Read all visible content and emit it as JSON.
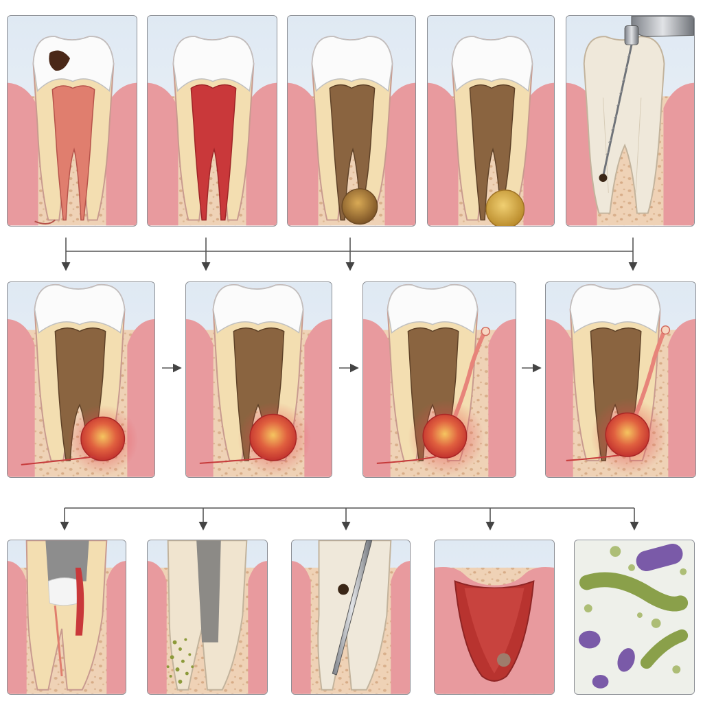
{
  "diagram": {
    "rows": [
      {
        "row": 1,
        "panels": [
          {
            "id": "r1p1",
            "icon": "tooth-crown-caries-icon"
          },
          {
            "id": "r1p2",
            "icon": "tooth-pulpitis-icon"
          },
          {
            "id": "r1p3",
            "icon": "tooth-necrotic-pulp-abscess-icon"
          },
          {
            "id": "r1p4",
            "icon": "tooth-necrotic-pulp-cyst-icon"
          },
          {
            "id": "r1p5",
            "icon": "tooth-endodontic-file-icon"
          }
        ]
      },
      {
        "row": 2,
        "panels": [
          {
            "id": "r2p1",
            "icon": "tooth-periapical-abscess-icon"
          },
          {
            "id": "r2p2",
            "icon": "tooth-periapical-abscess-enlarged-icon"
          },
          {
            "id": "r2p3",
            "icon": "tooth-abscess-fistula-icon"
          },
          {
            "id": "r2p4",
            "icon": "tooth-abscess-fistula-advanced-icon"
          }
        ]
      },
      {
        "row": 3,
        "panels": [
          {
            "id": "r3p1",
            "icon": "root-canal-cleaning-icon"
          },
          {
            "id": "r3p2",
            "icon": "root-canal-debris-icon"
          },
          {
            "id": "r3p3",
            "icon": "root-canal-instrument-icon"
          },
          {
            "id": "r3p4",
            "icon": "extraction-socket-icon"
          },
          {
            "id": "r3p5",
            "icon": "bacteria-closeup-icon"
          }
        ]
      }
    ],
    "colors": {
      "gum": "#e89a9e",
      "gum_edge": "#d86f78",
      "bone": "#efd2b6",
      "enamel": "#fbfbfb",
      "dentin": "#f3deb1",
      "pulp_healthy": "#e07e6e",
      "pulp_inflamed": "#c9383a",
      "pulp_necrotic": "#8a6440",
      "abscess": "#e24a3a",
      "cyst": "#d7a640",
      "instrument": "#a9acb2",
      "bacteria_green": "#8aa04a",
      "bacteria_purple": "#7a5aa8"
    }
  }
}
